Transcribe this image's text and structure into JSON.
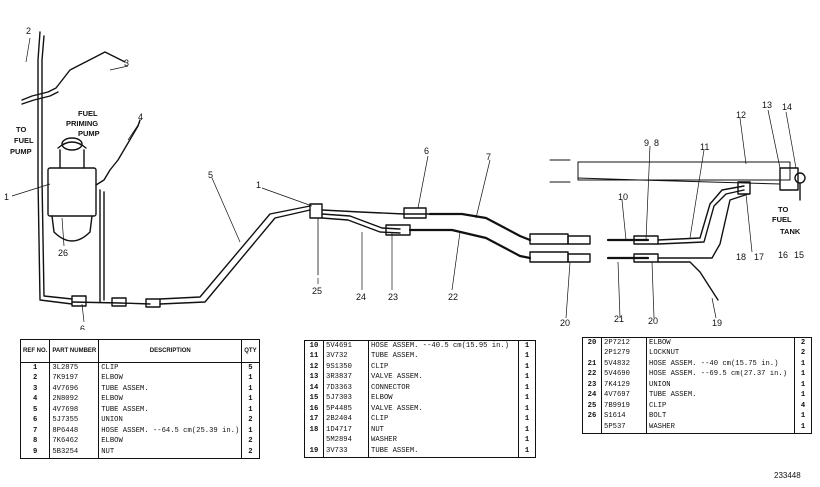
{
  "diagram": {
    "labels": {
      "to_fuel_pump": [
        "TO",
        "FUEL",
        "PUMP"
      ],
      "fuel_priming_pump": [
        "FUEL",
        "PRIMING",
        "PUMP"
      ],
      "to_fuel_tank": [
        "TO",
        "FUEL",
        "TANK"
      ]
    },
    "callouts": [
      "2",
      "3",
      "4",
      "1",
      "26",
      "6",
      "5",
      "1",
      "25",
      "6",
      "24",
      "23",
      "7",
      "22",
      "9",
      "8",
      "10",
      "11",
      "12",
      "13",
      "14",
      "18",
      "17",
      "16",
      "15",
      "20",
      "21",
      "20",
      "19"
    ]
  },
  "table1": {
    "headers": {
      "ref": "REF NO.",
      "part": "PART NUMBER",
      "desc": "DESCRIPTION",
      "qty": "QTY"
    },
    "rows": [
      {
        "ref": "1",
        "part": "3L2875",
        "desc": "CLIP",
        "qty": "5"
      },
      {
        "ref": "2",
        "part": "7K9197",
        "desc": "ELBOW",
        "qty": "1"
      },
      {
        "ref": "3",
        "part": "4V7696",
        "desc": "TUBE ASSEM.",
        "qty": "1"
      },
      {
        "ref": "4",
        "part": "2N8092",
        "desc": "ELBOW",
        "qty": "1"
      },
      {
        "ref": "5",
        "part": "4V7698",
        "desc": "TUBE ASSEM.",
        "qty": "1"
      },
      {
        "ref": "6",
        "part": "5J7355",
        "desc": "UNION",
        "qty": "2"
      },
      {
        "ref": "7",
        "part": "8P6448",
        "desc": "HOSE ASSEM. --64.5 cm(25.39 in.)",
        "qty": "1"
      },
      {
        "ref": "8",
        "part": "7K6462",
        "desc": "ELBOW",
        "qty": "2"
      },
      {
        "ref": "9",
        "part": "5B3254",
        "desc": "NUT",
        "qty": "2"
      }
    ]
  },
  "table2": {
    "rows": [
      {
        "ref": "10",
        "part": "5V4691",
        "desc": "HOSE ASSEM. --40.5 cm(15.95 in.)",
        "qty": "1"
      },
      {
        "ref": "11",
        "part": "3V732",
        "desc": "TUBE ASSEM.",
        "qty": "1"
      },
      {
        "ref": "12",
        "part": "9S1350",
        "desc": "CLIP",
        "qty": "1"
      },
      {
        "ref": "13",
        "part": "3R3837",
        "desc": "VALVE ASSEM.",
        "qty": "1"
      },
      {
        "ref": "14",
        "part": "7D3363",
        "desc": "CONNECTOR",
        "qty": "1"
      },
      {
        "ref": "15",
        "part": "5J7303",
        "desc": "ELBOW",
        "qty": "1"
      },
      {
        "ref": "16",
        "part": "5P4485",
        "desc": "VALVE ASSEM.",
        "qty": "1"
      },
      {
        "ref": "17",
        "part": "2B2404",
        "desc": "CLIP",
        "qty": "1"
      },
      {
        "ref": "18",
        "part": "1D4717",
        "desc": "NUT",
        "qty": "1"
      },
      {
        "ref": "",
        "part": "5M2894",
        "desc": "WASHER",
        "qty": "1"
      },
      {
        "ref": "19",
        "part": "3V733",
        "desc": "TUBE ASSEM.",
        "qty": "1"
      }
    ]
  },
  "table3": {
    "rows": [
      {
        "ref": "20",
        "part": "2P7212",
        "desc": "ELBOW",
        "qty": "2"
      },
      {
        "ref": "",
        "part": "2P1279",
        "desc": "LOCKNUT",
        "qty": "2"
      },
      {
        "ref": "21",
        "part": "5V4832",
        "desc": "HOSE ASSEM. --40 cm(15.75 in.)",
        "qty": "1"
      },
      {
        "ref": "22",
        "part": "5V4690",
        "desc": "HOSE ASSEM. --69.5 cm(27.37 in.)",
        "qty": "1"
      },
      {
        "ref": "23",
        "part": "7K4129",
        "desc": "UNION",
        "qty": "1"
      },
      {
        "ref": "24",
        "part": "4V7697",
        "desc": "TUBE ASSEM.",
        "qty": "1"
      },
      {
        "ref": "25",
        "part": "7B9919",
        "desc": "CLIP",
        "qty": "4"
      },
      {
        "ref": "26",
        "part": "S1614",
        "desc": "BOLT",
        "qty": "1"
      },
      {
        "ref": "",
        "part": "5P537",
        "desc": "WASHER",
        "qty": "1"
      }
    ]
  },
  "footer": {
    "drawing_number": "233448"
  }
}
